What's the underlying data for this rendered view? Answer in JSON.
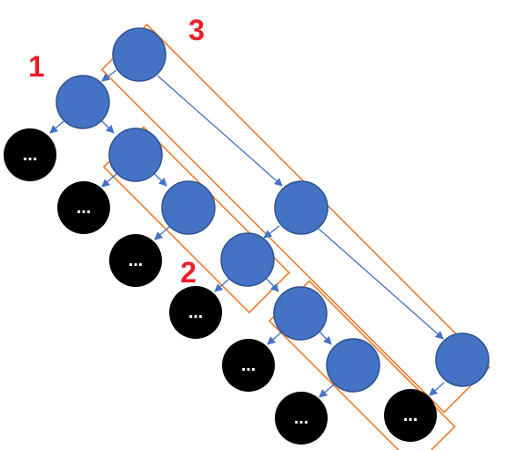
{
  "colors": {
    "node_fill": "#4472C4",
    "node_stroke": "#2F528F",
    "leaf_fill": "#000000",
    "group_stroke": "#ED7D31",
    "label_color": "#E8202A",
    "edge_color": "#4472C4",
    "ellipsis_color": "#ffffff"
  },
  "groups": [
    {
      "id": "group-1",
      "label": "1"
    },
    {
      "id": "group-2",
      "label": "2"
    },
    {
      "id": "group-3",
      "label": "3"
    }
  ],
  "leaf_text": "…"
}
